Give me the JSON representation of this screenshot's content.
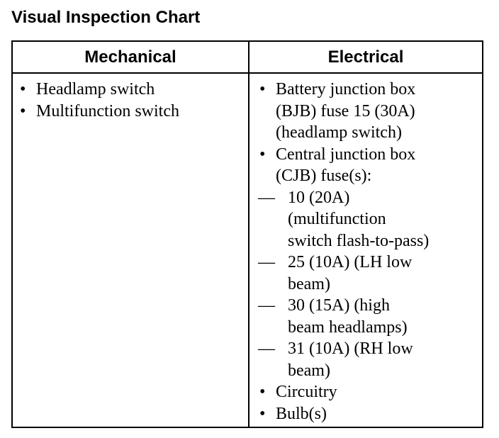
{
  "title": "Visual Inspection Chart",
  "columns": {
    "mechanical": {
      "header": "Mechanical",
      "items": [
        "Headlamp switch",
        "Multifunction switch"
      ]
    },
    "electrical": {
      "header": "Electrical",
      "bjb": {
        "lines": [
          "Battery junction box",
          "(BJB) fuse 15 (30A)",
          "(headlamp switch)"
        ]
      },
      "cjb": {
        "lines": [
          "Central junction box",
          "(CJB) fuse(s):"
        ],
        "subitems": [
          {
            "lines": [
              "10 (20A)",
              "(multifunction",
              "switch flash-to-pass)"
            ]
          },
          {
            "lines": [
              "25 (10A) (LH low",
              "beam)"
            ]
          },
          {
            "lines": [
              "30 (15A) (high",
              "beam headlamps)"
            ]
          },
          {
            "lines": [
              "31 (10A) (RH low",
              "beam)"
            ]
          }
        ]
      },
      "tail_items": [
        "Circuitry",
        "Bulb(s)"
      ]
    }
  },
  "glyphs": {
    "bullet": "•",
    "dash": "—"
  }
}
